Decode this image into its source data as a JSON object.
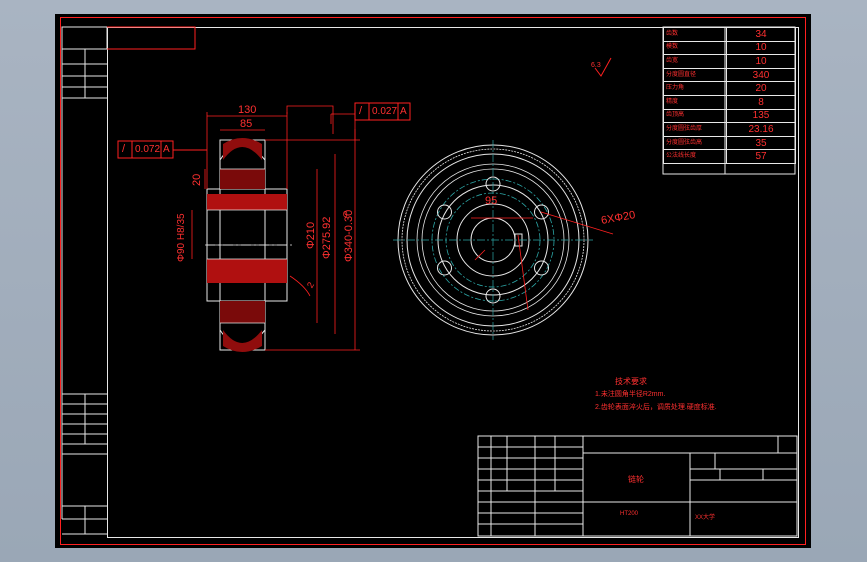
{
  "drawing": {
    "dims": {
      "width_130": "130",
      "width_85": "85",
      "height_20": "20",
      "dia_left": "Φ90 H8/35",
      "dia_210": "Φ210",
      "dia_275": "Φ275.92",
      "dia_340": "Φ340-0.30",
      "tol_top": "0",
      "dim_95": "95",
      "holes": "6XΦ20",
      "chamfer": "2",
      "roughness": "6.3"
    },
    "gdt_right": {
      "symbol": "/",
      "value": "0.027",
      "datum": "A"
    },
    "gdt_left": {
      "symbol": "/",
      "value": "0.072",
      "datum": "A"
    }
  },
  "params": {
    "rows": [
      {
        "label": "齿数",
        "value": "34"
      },
      {
        "label": "模数",
        "value": "10"
      },
      {
        "label": "齿宽",
        "value": "10"
      },
      {
        "label": "分度圆直径",
        "value": "340"
      },
      {
        "label": "压力角",
        "value": "20"
      },
      {
        "label": "精度",
        "value": "8"
      },
      {
        "label": "齿顶高",
        "value": "135"
      },
      {
        "label": "分度圆弦齿厚",
        "value": "23.16"
      },
      {
        "label": "分度圆弦齿高",
        "value": "35"
      },
      {
        "label": "公法线长度",
        "value": "57"
      }
    ]
  },
  "notes": {
    "title": "技术要求",
    "line1": "1.未注圆角半径R2mm.",
    "line2": "2.齿轮表面淬火后，调质处理.硬度标准."
  },
  "titleblock": {
    "part_name": "链轮",
    "material": "HT200",
    "school": "XX大学"
  }
}
